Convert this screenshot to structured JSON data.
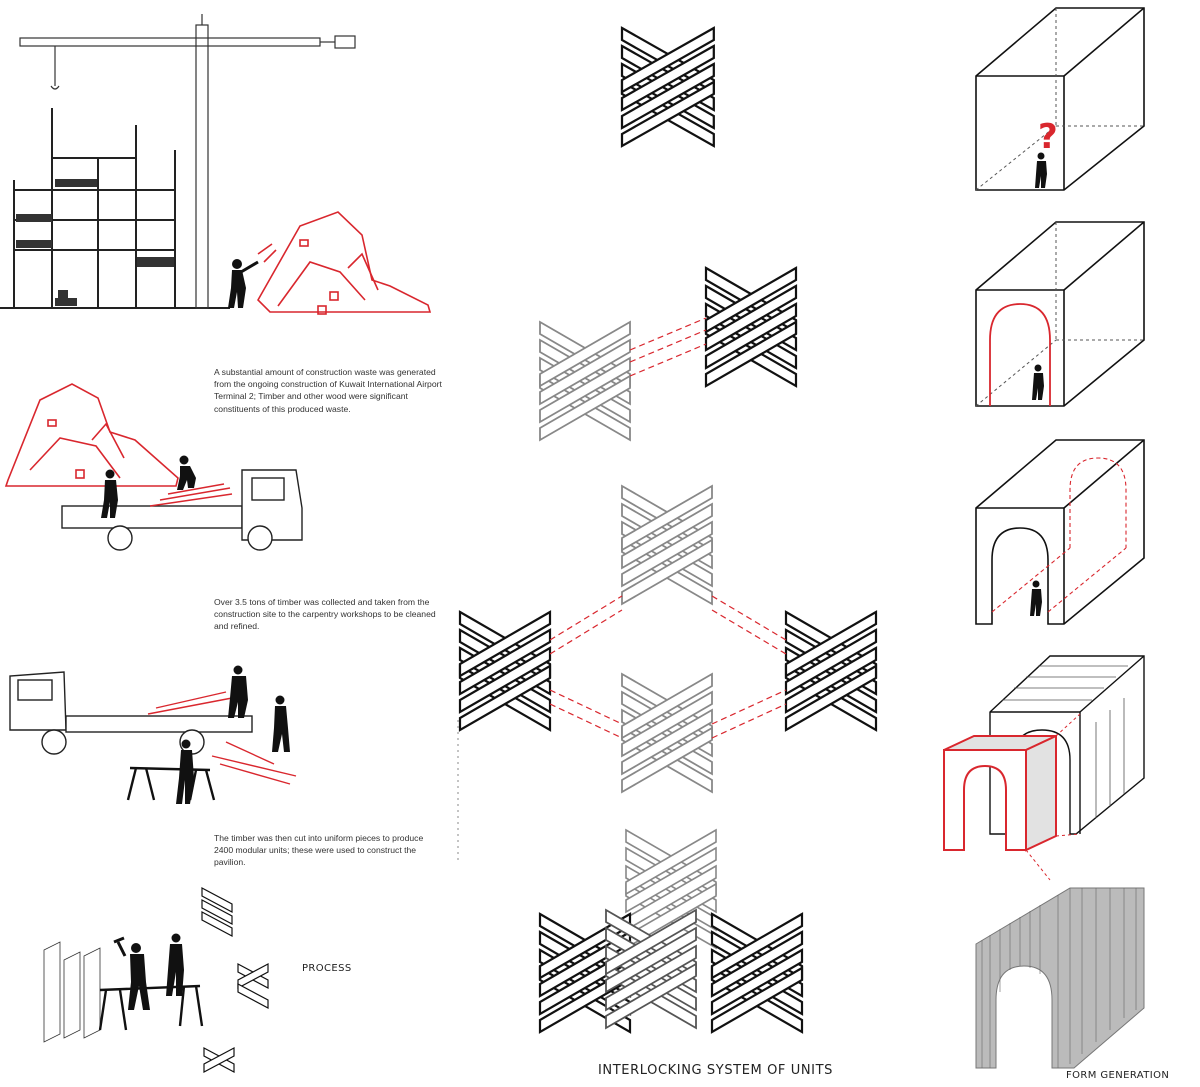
{
  "captions": {
    "waste": "A substantial amount of construction waste was generated from the ongoing construction of Kuwait International Airport Terminal 2; Timber and other wood were significant constituents of this produced waste.",
    "transport": "Over 3.5 tons of timber was collected and taken from the construction site to the carpentry workshops to be cleaned and refined.",
    "cutting": "The timber was then cut into uniform pieces to produce 2400 modular units; these were used to construct the pavilion."
  },
  "labels": {
    "process": "PROCESS",
    "interlocking": "INTERLOCKING SYSTEM OF UNITS",
    "form": "FORM GENERATION"
  },
  "symbols": {
    "question_mark": "?"
  },
  "colors": {
    "accent": "#d9272e",
    "ink": "#111111",
    "gray_unit": "#7a7a7a"
  }
}
